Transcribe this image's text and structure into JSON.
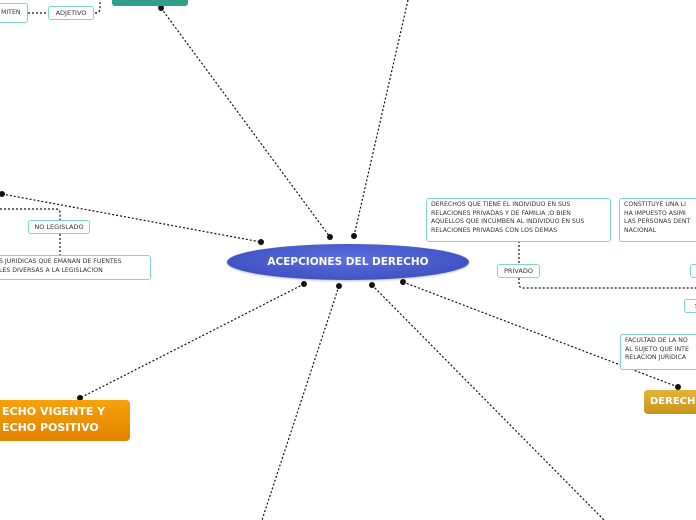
{
  "central": {
    "label": "ACEPCIONES DEL DERECHO"
  },
  "nodes": {
    "admiten": "MITEN",
    "adjetivo": "ADJETIVO",
    "no_legislado": "NO LEGISLADO",
    "fuentes_line1": "S JURIDICAS QUE EMANAN DE FUENTES",
    "fuentes_line2": "LES DIVERSAS A LA LEGISLACION",
    "privado_desc_line1": "DERECHOS QUE TIENE EL INDIVIDUO EN SUS",
    "privado_desc_line2": "RELACIONES PRIVADAS Y DE FAMILIA ;O  BIEN",
    "privado_desc_line3": "AQUELLOS QUE INCUMBEN AL INDIVIDUO EN SUS",
    "privado_desc_line4": "RELACIONES PRIVADAS CON LOS DEMAS",
    "privado": "PRIVADO",
    "constituye_line1": "CONSTITUYE UNA LI",
    "constituye_line2": "HA IMPUESTO ASIMI",
    "constituye_line3": "LAS PERSONAS DENT",
    "constituye_line4": "NACIONAL",
    "se": "SE",
    "facultad_line1": "FACULTAD DE LA NO",
    "facultad_line2": "AL SUJETO QUE INTE",
    "facultad_line3": "RELACION JURIDICA",
    "derecho_vigente_line1": "ECHO VIGENTE Y",
    "derecho_vigente_line2": "ECHO POSITIVO",
    "derech": "DERECH"
  },
  "colors": {
    "central": "#3f51c9",
    "orange": "#f39a05",
    "gold": "#d4a229",
    "teal": "#2f9e8a",
    "border": "#7fd6cf"
  }
}
